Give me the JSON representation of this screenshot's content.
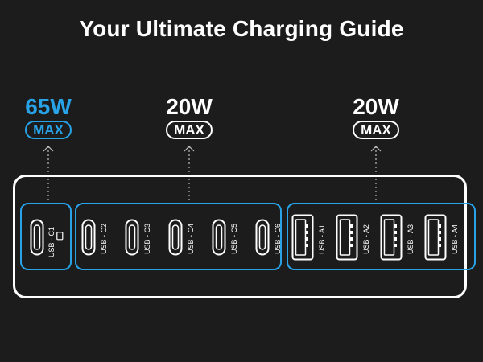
{
  "title": "Your Ultimate Charging Guide",
  "specs": {
    "c1": {
      "watts": "65W",
      "max": "MAX"
    },
    "c_group": {
      "watts": "20W",
      "max": "MAX"
    },
    "a_group": {
      "watts": "20W",
      "max": "MAX"
    }
  },
  "ports": {
    "c1": "USB - C1",
    "c2": "USB - C2",
    "c3": "USB - C3",
    "c4": "USB - C4",
    "c5": "USB - C5",
    "c6": "USB - C6",
    "a1": "USB - A1",
    "a2": "USB - A2",
    "a3": "USB - A3",
    "a4": "USB - A4"
  },
  "colors": {
    "accent": "#29a3e8",
    "background": "#1c1c1c",
    "outline": "#ffffff"
  },
  "icons": {
    "usb_c": "usb-c-port-icon",
    "usb_a": "usb-a-port-icon"
  }
}
